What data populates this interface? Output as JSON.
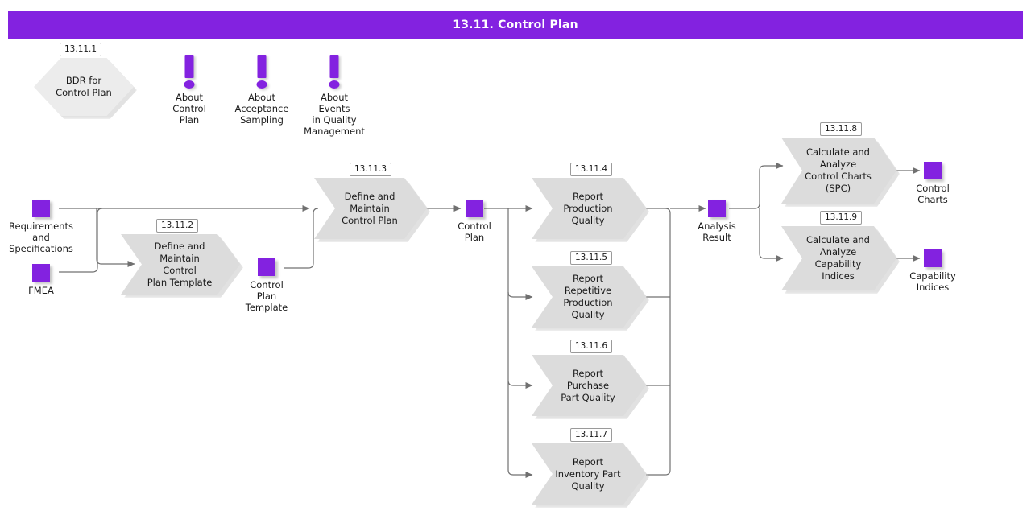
{
  "header": {
    "title": "13.11. Control Plan",
    "bar_color": "#8322E0"
  },
  "theme": {
    "accent": "#8322E0",
    "process_fill": "#DCDCDC",
    "gateway_fill": "#ECECEC",
    "connector": "#707070",
    "badge_border": "#9A9A9A",
    "text": "#1A1A1A"
  },
  "nodes": {
    "bdr": {
      "id": "13.11.1",
      "label": "BDR for\nControl Plan"
    },
    "info_about_control_plan": {
      "label": "About\nControl Plan",
      "icon": "exclamation-icon"
    },
    "info_about_acceptance_sampling": {
      "label": "About\nAcceptance\nSampling",
      "icon": "exclamation-icon"
    },
    "info_about_events": {
      "label": "About Events\nin Quality\nManagement",
      "icon": "exclamation-icon"
    },
    "requirements": {
      "label": "Requirements\nand\nSpecifications"
    },
    "fmea": {
      "label": "FMEA"
    },
    "define_template": {
      "id": "13.11.2",
      "label": "Define and\nMaintain Control\nPlan Template"
    },
    "control_plan_template": {
      "label": "Control Plan\nTemplate"
    },
    "define_control_plan": {
      "id": "13.11.3",
      "label": "Define and\nMaintain\nControl Plan"
    },
    "control_plan": {
      "label": "Control\nPlan"
    },
    "report_production_quality": {
      "id": "13.11.4",
      "label": "Report\nProduction\nQuality"
    },
    "report_repetitive_production_quality": {
      "id": "13.11.5",
      "label": "Report\nRepetitive\nProduction\nQuality"
    },
    "report_purchase_part_quality": {
      "id": "13.11.6",
      "label": "Report Purchase\nPart Quality"
    },
    "report_inventory_part_quality": {
      "id": "13.11.7",
      "label": "Report\nInventory Part\nQuality"
    },
    "analysis_result": {
      "label": "Analysis\nResult"
    },
    "calculate_control_charts": {
      "id": "13.11.8",
      "label": "Calculate and\nAnalyze\nControl Charts\n(SPC)"
    },
    "control_charts": {
      "label": "Control\nCharts"
    },
    "calculate_capability_indices": {
      "id": "13.11.9",
      "label": "Calculate and\nAnalyze\nCapability\nIndices"
    },
    "capability_indices": {
      "label": "Capability\nIndices"
    }
  }
}
